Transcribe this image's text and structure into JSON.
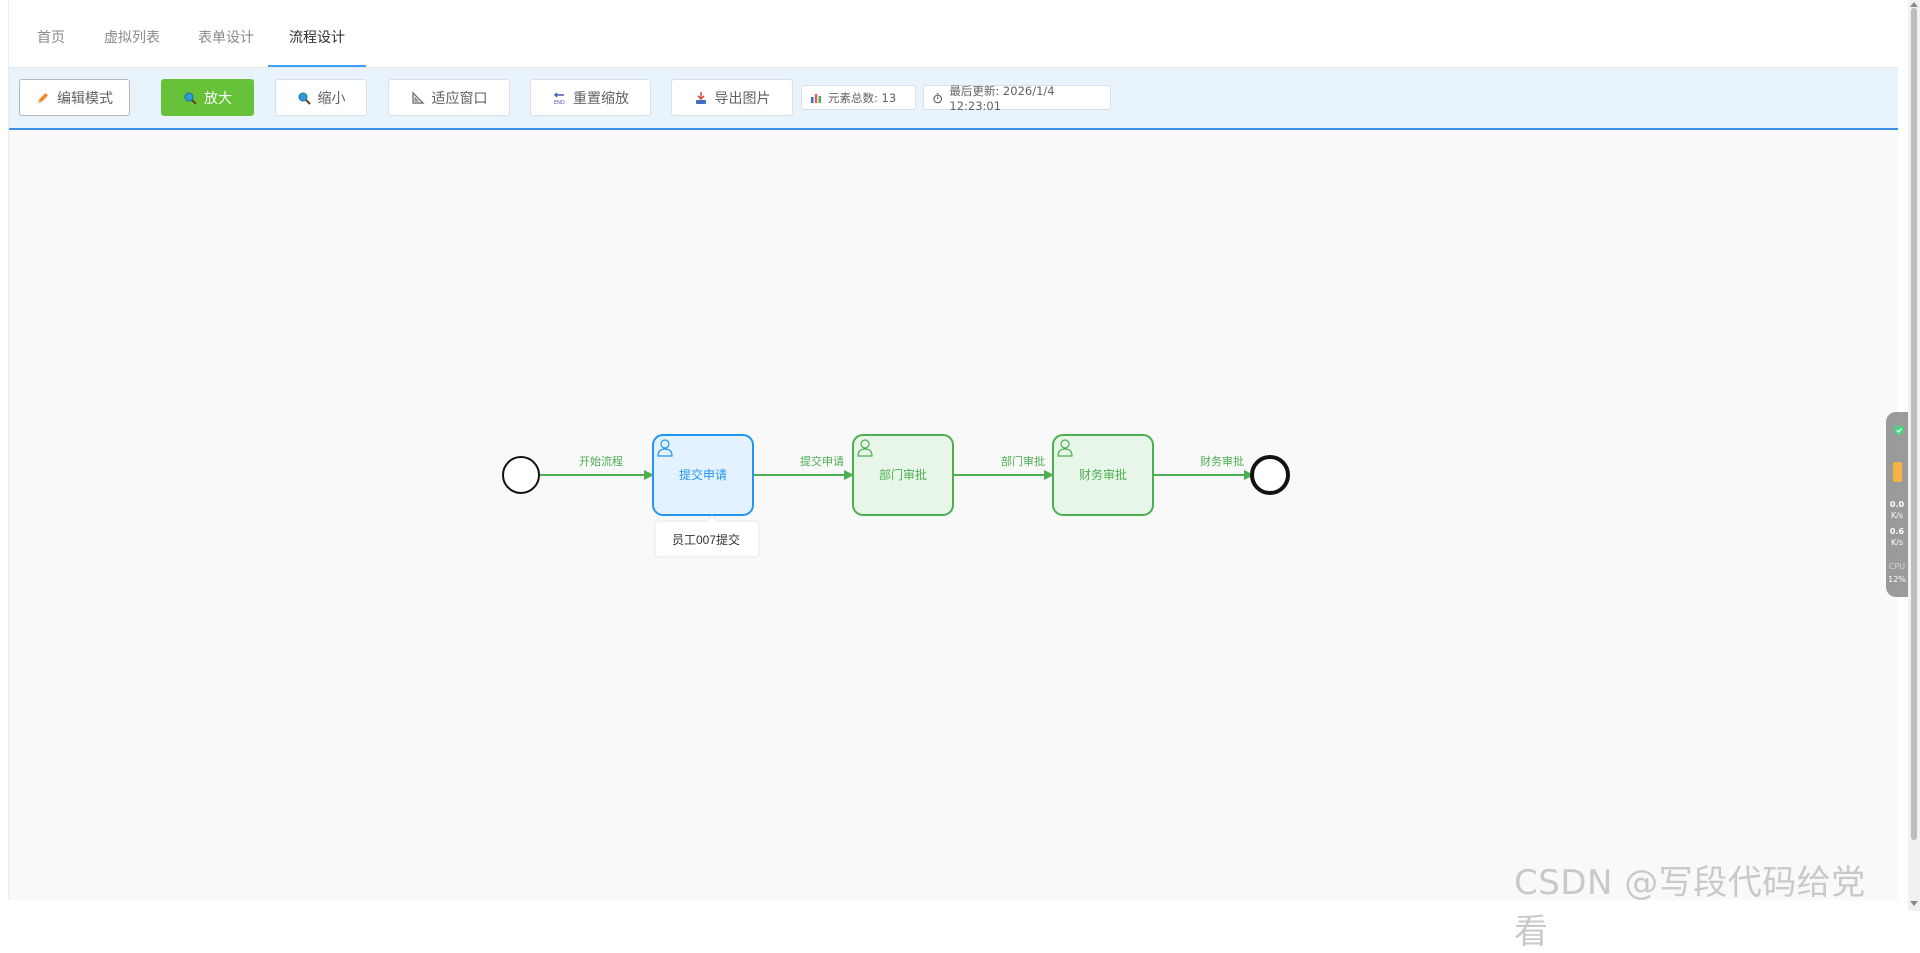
{
  "tabs": [
    {
      "label": "首页"
    },
    {
      "label": "虚拟列表"
    },
    {
      "label": "表单设计"
    },
    {
      "label": "流程设计",
      "active": true
    }
  ],
  "toolbar": {
    "edit_mode_label": "编辑模式",
    "zoom_in_label": "放大",
    "zoom_out_label": "缩小",
    "fit_window_label": "适应窗口",
    "reset_zoom_label": "重置缩放",
    "export_image_label": "导出图片",
    "element_count_text": "元素总数: 13",
    "last_updated_text": "最后更新: 2026/1/4 12:23:01"
  },
  "flow": {
    "edges": [
      {
        "label": "开始流程"
      },
      {
        "label": "提交申请"
      },
      {
        "label": "部门审批"
      },
      {
        "label": "财务审批"
      }
    ],
    "tasks": [
      {
        "label": "提交申请",
        "state": "selected"
      },
      {
        "label": "部门审批",
        "state": "normal"
      },
      {
        "label": "财务审批",
        "state": "normal"
      }
    ],
    "tooltip": "员工007提交"
  },
  "side_widget": {
    "upload_value": "0.0",
    "upload_unit": "K/s",
    "download_value": "0.6",
    "download_unit": "K/s",
    "cpu_label": "CPU",
    "cpu_value": "12%"
  },
  "watermark": "CSDN @写段代码给党看",
  "colors": {
    "accent": "#409eff",
    "primary_button": "#67c23a",
    "flow_green": "#4caf50",
    "task_selected_fill": "#e3f2fd",
    "task_selected_stroke": "#2196f3",
    "task_fill": "#e8f5e9",
    "toolbar_bg": "#e8f3fc"
  }
}
